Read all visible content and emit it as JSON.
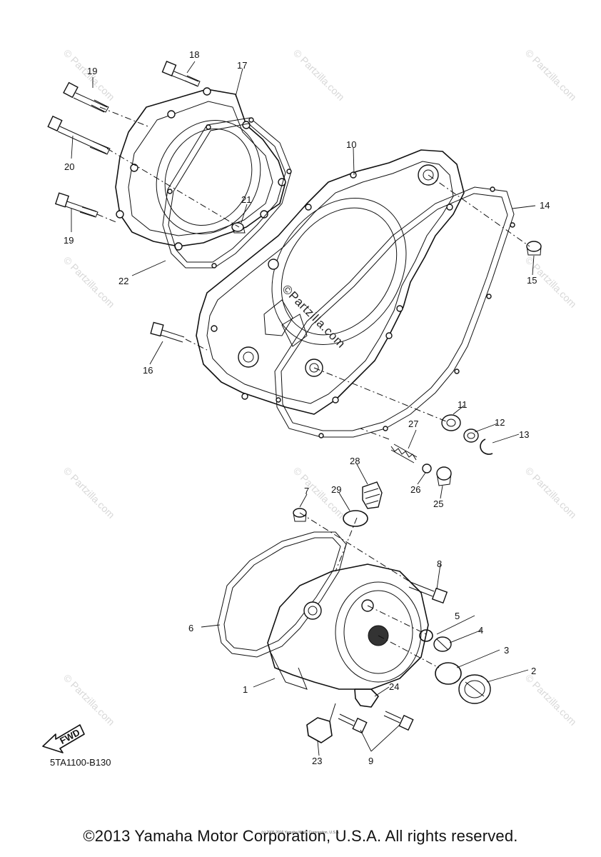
{
  "footer": {
    "copyright": "©2013 Yamaha Motor Corporation, U.S.A. All rights reserved.",
    "small_copyright": "(c) 2005-2016 Yamaha Motor Corporation, U.S.A."
  },
  "diagram_code": "5TA1100-B130",
  "fwd_label": "FWD",
  "watermark": {
    "center": "©Partzilla.com",
    "repeat": "© Partzilla.com"
  },
  "callouts": [
    {
      "id": "1",
      "text": "1"
    },
    {
      "id": "2",
      "text": "2"
    },
    {
      "id": "3",
      "text": "3"
    },
    {
      "id": "4",
      "text": "4"
    },
    {
      "id": "5",
      "text": "5"
    },
    {
      "id": "6",
      "text": "6"
    },
    {
      "id": "7",
      "text": "7"
    },
    {
      "id": "8",
      "text": "8"
    },
    {
      "id": "9",
      "text": "9"
    },
    {
      "id": "10",
      "text": "10"
    },
    {
      "id": "11",
      "text": "11"
    },
    {
      "id": "12",
      "text": "12"
    },
    {
      "id": "13",
      "text": "13"
    },
    {
      "id": "14",
      "text": "14"
    },
    {
      "id": "15",
      "text": "15"
    },
    {
      "id": "16",
      "text": "16"
    },
    {
      "id": "17",
      "text": "17"
    },
    {
      "id": "18",
      "text": "18"
    },
    {
      "id": "19a",
      "text": "19"
    },
    {
      "id": "19b",
      "text": "19"
    },
    {
      "id": "20",
      "text": "20"
    },
    {
      "id": "21",
      "text": "21"
    },
    {
      "id": "22",
      "text": "22"
    },
    {
      "id": "23",
      "text": "23"
    },
    {
      "id": "24",
      "text": "24"
    },
    {
      "id": "25",
      "text": "25"
    },
    {
      "id": "26",
      "text": "26"
    },
    {
      "id": "27",
      "text": "27"
    },
    {
      "id": "28",
      "text": "28"
    },
    {
      "id": "29",
      "text": "29"
    }
  ]
}
